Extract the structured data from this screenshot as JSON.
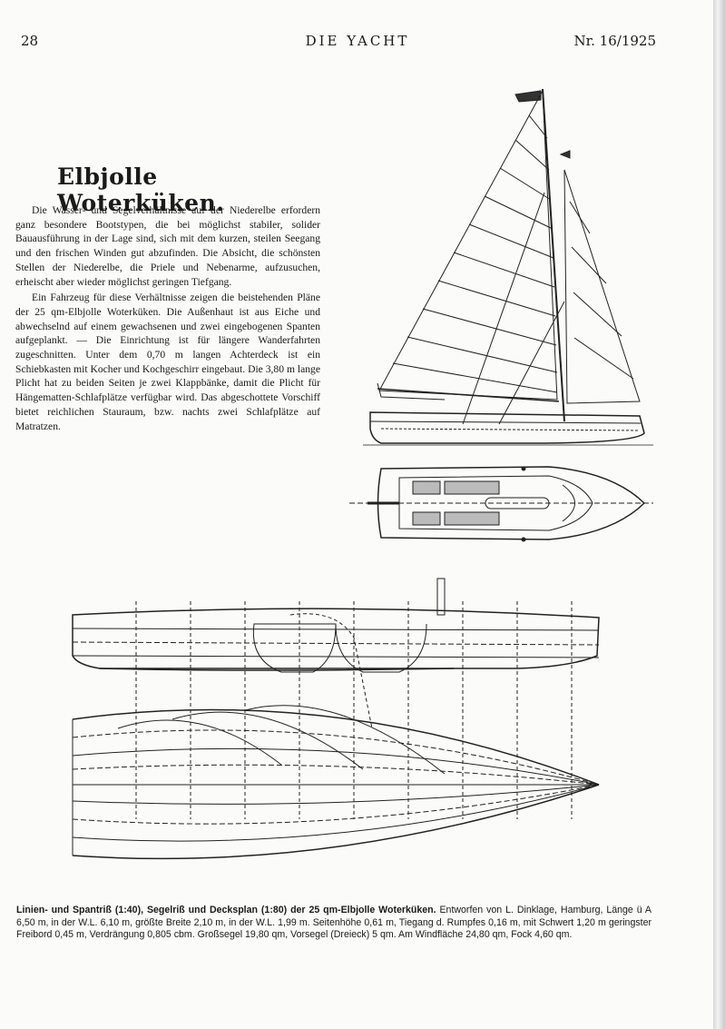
{
  "header": {
    "page_number": "28",
    "running_title": "DIE YACHT",
    "issue": "Nr. 16/1925"
  },
  "article": {
    "title": "Elbjolle Woterküken.",
    "paragraphs": [
      "Die Wasser- und Segelverhältnisse auf der Niederelbe erfordern ganz besondere Bootstypen, die bei möglichst stabiler, solider Bauausführung in der Lage sind, sich mit dem kurzen, steilen Seegang und den frischen Winden gut abzufinden. Die Absicht, die schönsten Stellen der Niederelbe, die Priele und Nebenarme, aufzusuchen, erheischt aber wieder möglichst geringen Tiefgang.",
      "Ein Fahrzeug für diese Verhältnisse zeigen die beistehenden Pläne der 25 qm-Elbjolle Woterküken. Die Außenhaut ist aus Eiche und abwechselnd auf einem gewachsenen und zwei eingebogenen Spanten aufgeplankt. — Die Einrichtung ist für längere Wanderfahrten zugeschnitten. Unter dem 0,70 m langen Achterdeck ist ein Schiebkasten mit Kocher und Kochgeschirr eingebaut. Die 3,80 m lange Plicht hat zu beiden Seiten je zwei Klappbänke, damit die Plicht für Hängematten-Schlafplätze verfügbar wird. Das abgeschottete Vorschiff bietet reichlichen Stauraum, bzw. nachts zwei Schlafplätze auf Matratzen."
    ]
  },
  "caption": {
    "lead": "Linien- und Spantriß (1:40), Segelriß und Decksplan (1:80) der 25 qm-Elbjolle Woterküken.",
    "rest": "Entworfen von L. Dinklage, Hamburg, Länge ü A 6,50 m, in der W.L. 6,10 m, größte Breite 2,10 m, in der W.L. 1,99 m. Seitenhöhe 0,61 m, Tiegang d. Rumpfes 0,16 m, mit Schwert 1,20 m geringster Freibord 0,45 m, Verdrängung 0,805 cbm. Großsegel 19,80 qm, Vorsegel (Dreieck) 5 qm. Am Windfläche 24,80 qm, Fock 4,60 qm."
  },
  "figures": {
    "sail_plan": "sail-plan-drawing",
    "deck_plan": "deck-plan-drawing",
    "lines_plan": "lines-plan-drawing",
    "ink_color": "#222222"
  }
}
